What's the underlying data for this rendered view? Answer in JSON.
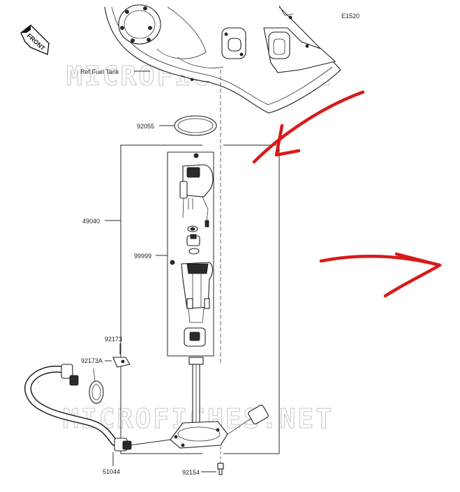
{
  "diagram": {
    "code": "E1520",
    "front_label": "FRONT",
    "ref_label": "Ref.Fuel Tank",
    "watermark_top": "MICROFICHES.NET",
    "watermark_bottom": "MICROFICHES.NET",
    "parts": [
      {
        "id": "p92055",
        "label": "92055"
      },
      {
        "id": "p49040",
        "label": "49040"
      },
      {
        "id": "p99999",
        "label": "99999"
      },
      {
        "id": "p92173",
        "label": "92173"
      },
      {
        "id": "p92173A",
        "label": "92173A"
      },
      {
        "id": "p51044",
        "label": "51044"
      },
      {
        "id": "p92154",
        "label": "92154"
      }
    ],
    "accent_color": "#d81a1a"
  }
}
